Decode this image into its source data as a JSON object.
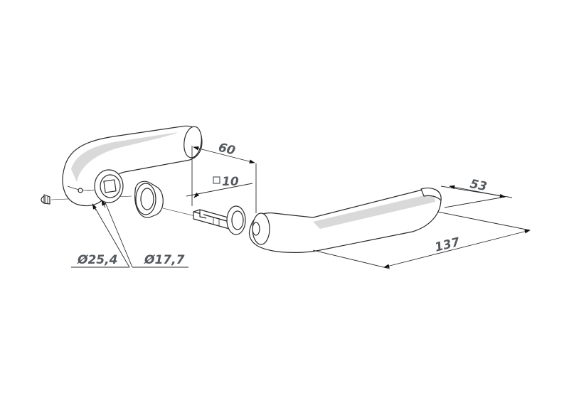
{
  "dimensions": {
    "handle_depth": "60",
    "spindle_square": "10",
    "handle_height": "53",
    "handle_length": "137",
    "rose_diameter": "Ø25,4",
    "neck_diameter": "Ø17,7"
  }
}
